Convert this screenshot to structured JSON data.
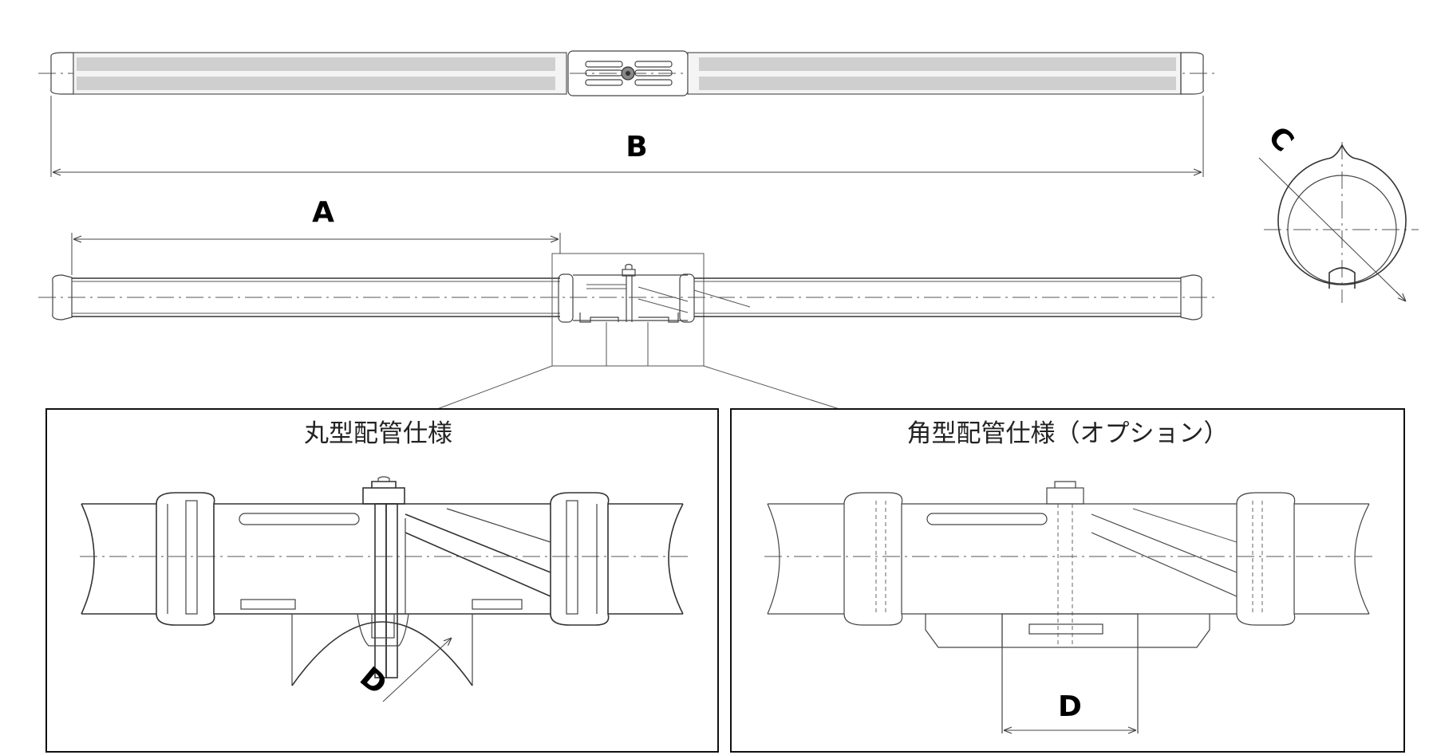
{
  "dimension_labels": {
    "a": "A",
    "b": "B",
    "c": "C",
    "d_round": "D",
    "d_square": "D"
  },
  "panels": {
    "round": {
      "title": "丸型配管仕様"
    },
    "square": {
      "title": "角型配管仕様（オプション）"
    }
  }
}
